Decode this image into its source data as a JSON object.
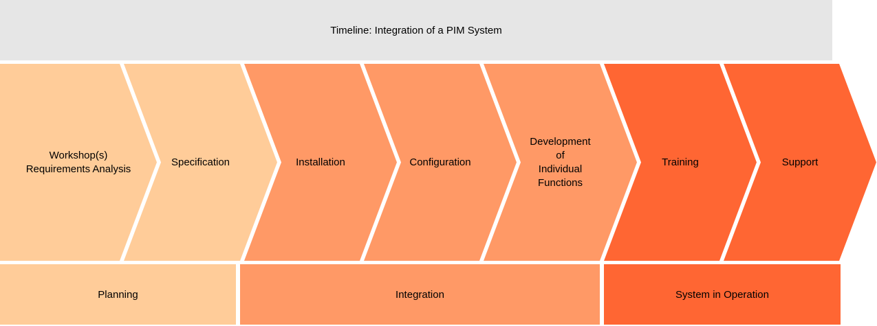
{
  "header": {
    "title": "Timeline: Integration of a PIM System",
    "bg": "#e6e6e6"
  },
  "palette": {
    "planning_light": "#ffcc99",
    "integration_medium": "#ff9966",
    "operation_dark": "#ff6633",
    "header_gray": "#e6e6e6",
    "separator": "#ffffff",
    "text": "#000000"
  },
  "chevrons": [
    {
      "label": "Workshop(s)\nRequirements Analysis",
      "color": "#ffcc99"
    },
    {
      "label": "Specification",
      "color": "#ffcc99"
    },
    {
      "label": "Installation",
      "color": "#ff9966"
    },
    {
      "label": "Configuration",
      "color": "#ff9966"
    },
    {
      "label": "Development\nof\nIndividual\nFunctions",
      "color": "#ff9966"
    },
    {
      "label": "Training",
      "color": "#ff6633"
    },
    {
      "label": "Support",
      "color": "#ff6633"
    }
  ],
  "phases": [
    {
      "label": "Planning",
      "color": "#ffcc99"
    },
    {
      "label": "Integration",
      "color": "#ff9966"
    },
    {
      "label": "System in Operation",
      "color": "#ff6633"
    }
  ]
}
